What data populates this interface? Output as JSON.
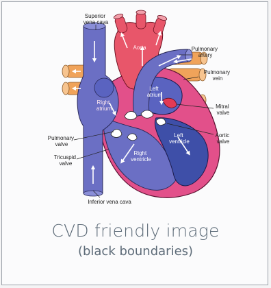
{
  "labels": {
    "superior_vena_cava": [
      "Superior",
      "vena cava"
    ],
    "aorta": "Aorta",
    "pulmonary_artery": [
      "Pulmonary",
      "artery"
    ],
    "pulmonary_vein": [
      "Pulmonary",
      "vein"
    ],
    "left_atrium": [
      "Left",
      "atrium"
    ],
    "right_atrium": [
      "Right",
      "atrium"
    ],
    "mitral_valve": [
      "Mitral",
      "valve"
    ],
    "aortic_valve": [
      "Aortic",
      "valve"
    ],
    "pulmonary_valve": [
      "Pulmonary",
      "valve"
    ],
    "tricuspid_valve": [
      "Tricuspid",
      "valve"
    ],
    "right_ventricle": [
      "Right",
      "ventricle"
    ],
    "left_ventricle": [
      "Left",
      "ventricle"
    ],
    "inferior_vena_cava": "Inferior vena cava"
  },
  "caption": {
    "line1": "CVD friendly image",
    "line2": "(black boundaries)"
  },
  "colors": {
    "vein_blue": "#6b6fc4",
    "artery_red": "#e8566a",
    "heart_wall": "#e2508a",
    "chamber_blue": "#3e4fa8",
    "pulmonary_vein_orange": "#f0a35a",
    "caption_text": "#5d6b78"
  }
}
